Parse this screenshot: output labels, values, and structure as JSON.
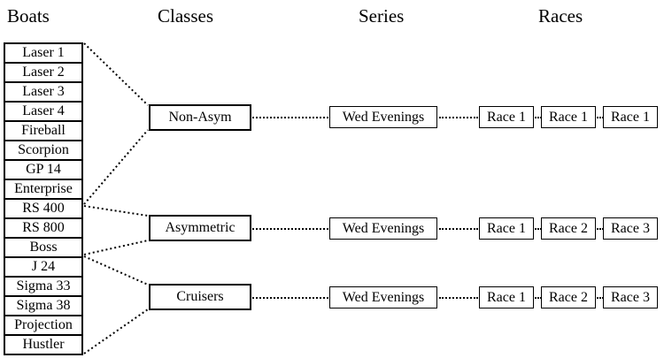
{
  "diagram": {
    "title": "Boats Classes Series Races hierarchy",
    "columns": [
      {
        "key": "boats",
        "label": "Boats"
      },
      {
        "key": "classes",
        "label": "Classes"
      },
      {
        "key": "series",
        "label": "Series"
      },
      {
        "key": "races",
        "label": "Races"
      }
    ],
    "line_style": "dotted",
    "box_border_color": "#000000",
    "background_color": "#ffffff",
    "text_color": "#000000"
  },
  "boats": [
    {
      "name": "Laser 1"
    },
    {
      "name": "Laser 2"
    },
    {
      "name": "Laser 3"
    },
    {
      "name": "Laser 4"
    },
    {
      "name": "Fireball"
    },
    {
      "name": "Scorpion"
    },
    {
      "name": "GP 14"
    },
    {
      "name": "Enterprise"
    },
    {
      "name": "RS 400"
    },
    {
      "name": "RS 800"
    },
    {
      "name": "Boss"
    },
    {
      "name": "J 24"
    },
    {
      "name": "Sigma 33"
    },
    {
      "name": "Sigma 38"
    },
    {
      "name": "Projection"
    },
    {
      "name": "Hustler"
    }
  ],
  "rows": [
    {
      "class_label": "Non-Asym",
      "series_label": "Wed Evenings",
      "races": [
        "Race 1",
        "Race 1",
        "Race 1"
      ]
    },
    {
      "class_label": "Asymmetric",
      "series_label": "Wed Evenings",
      "races": [
        "Race 1",
        "Race 2",
        "Race 3"
      ]
    },
    {
      "class_label": "Cruisers",
      "series_label": "Wed Evenings",
      "races": [
        "Race 1",
        "Race 2",
        "Race 3"
      ]
    }
  ]
}
